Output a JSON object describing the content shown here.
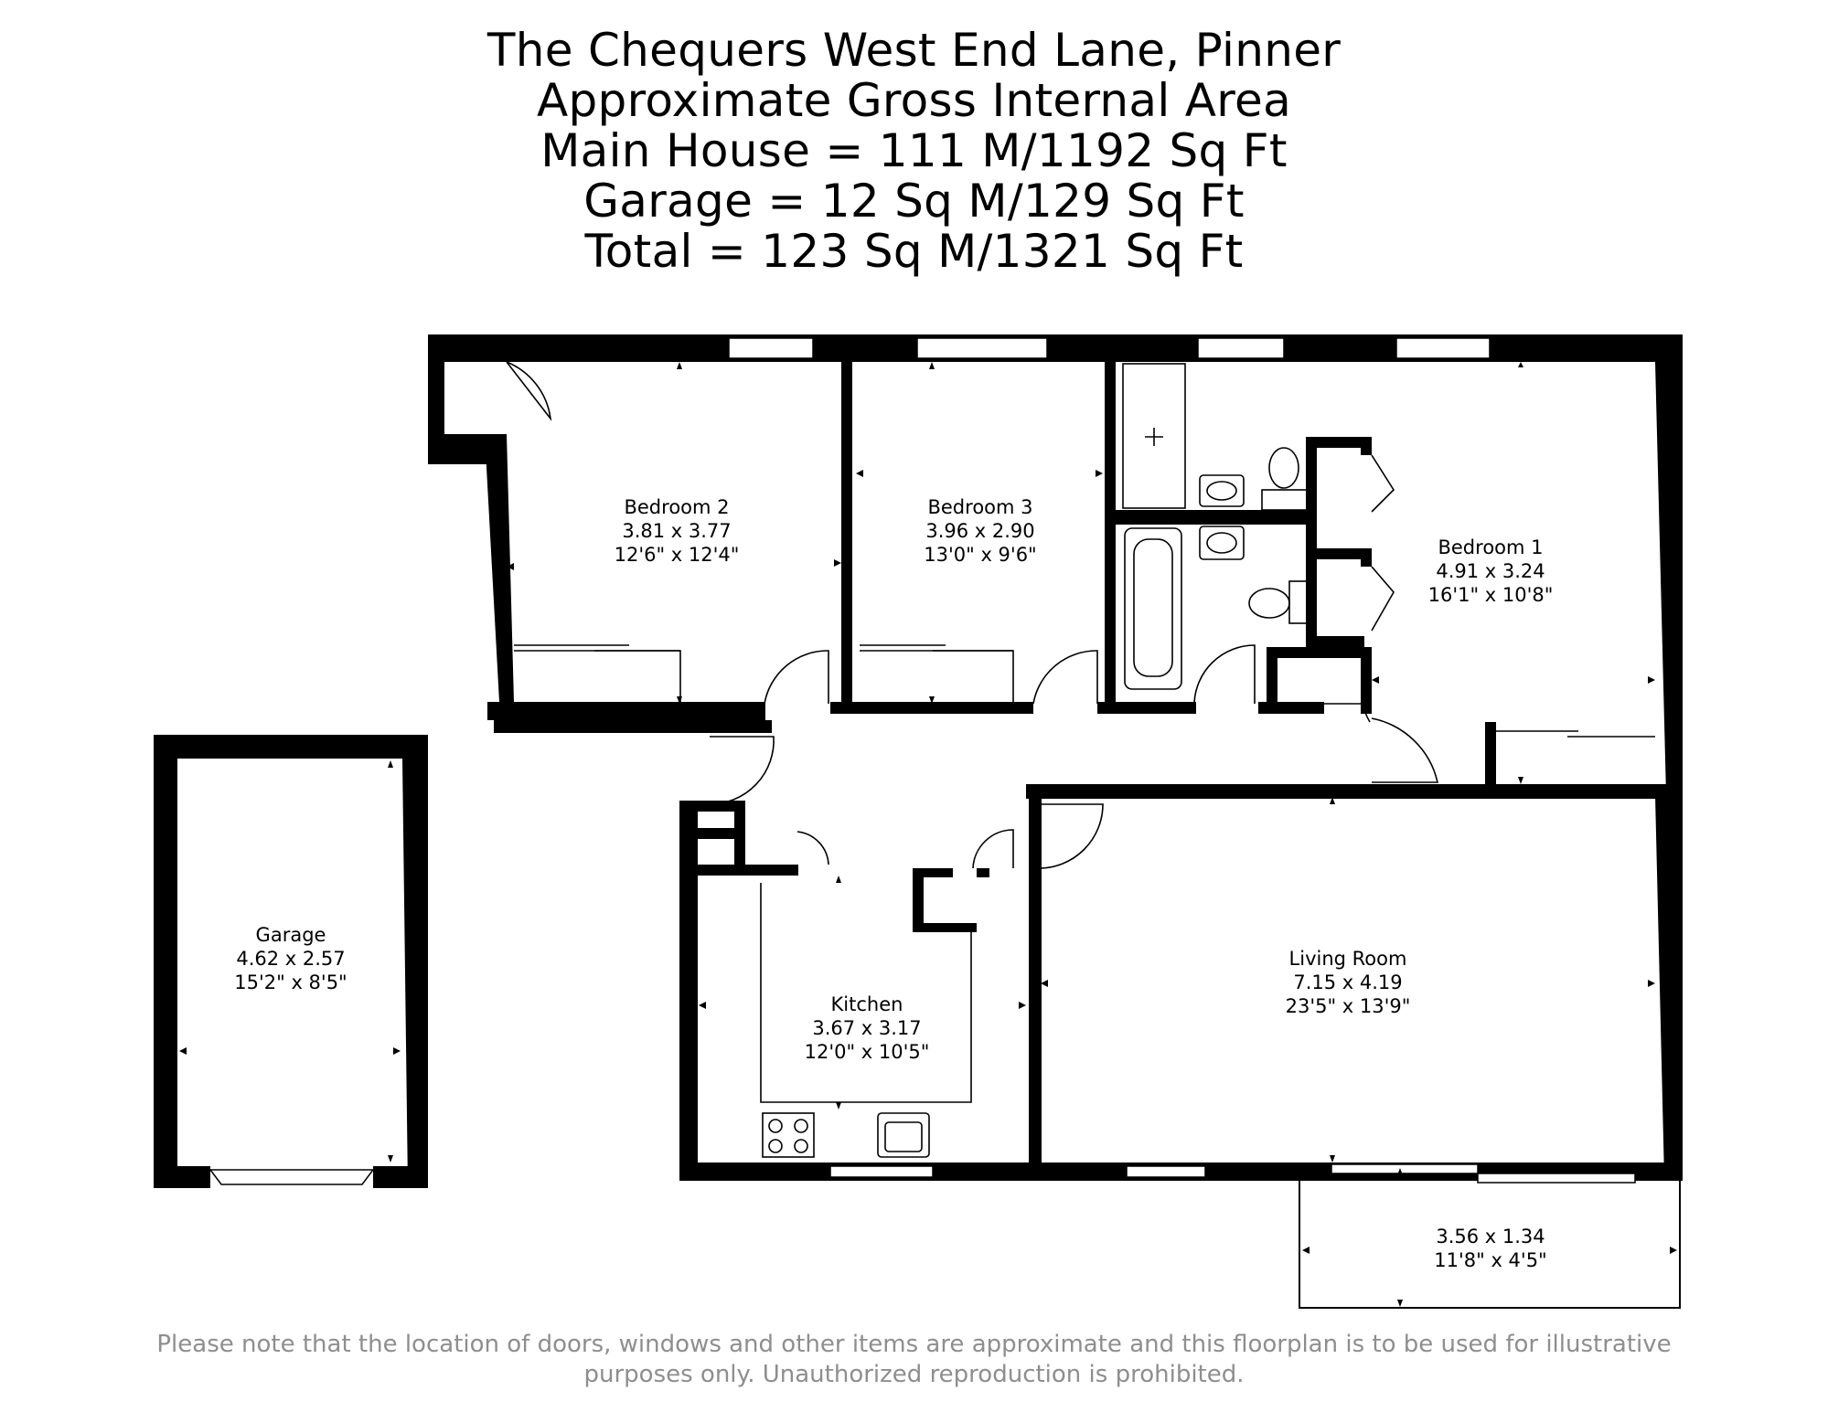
{
  "header": {
    "lines": [
      "The Chequers West End Lane, Pinner",
      "Approximate Gross Internal Area",
      "Main House = 111 M/1192 Sq Ft",
      "Garage = 12 Sq M/129 Sq Ft",
      "Total = 123 Sq M/1321 Sq Ft"
    ]
  },
  "rooms": {
    "bedroom2": {
      "name": "Bedroom 2",
      "metric": "3.81 x 3.77",
      "imperial": "12'6\" x 12'4\""
    },
    "bedroom3": {
      "name": "Bedroom 3",
      "metric": "3.96 x 2.90",
      "imperial": "13'0\" x 9'6\""
    },
    "bedroom1": {
      "name": "Bedroom 1",
      "metric": "4.91 x 3.24",
      "imperial": "16'1\" x 10'8\""
    },
    "garage": {
      "name": "Garage",
      "metric": "4.62 x 2.57",
      "imperial": "15'2\" x 8'5\""
    },
    "kitchen": {
      "name": "Kitchen",
      "metric": "3.67 x 3.17",
      "imperial": "12'0\" x 10'5\""
    },
    "living": {
      "name": "Living Room",
      "metric": "7.15 x 4.19",
      "imperial": "23'5\" x 13'9\""
    },
    "balcony": {
      "metric": "3.56 x 1.34",
      "imperial": "11'8\" x 4'5\""
    }
  },
  "footer": {
    "lines": [
      "Please note that the location of doors, windows and other items are approximate and this floorplan is to be used for illustrative",
      "purposes only. Unauthorized reproduction is prohibited."
    ]
  },
  "colors": {
    "wall": "#000000",
    "background": "#ffffff",
    "disclaimer": "#8e8e8e"
  }
}
